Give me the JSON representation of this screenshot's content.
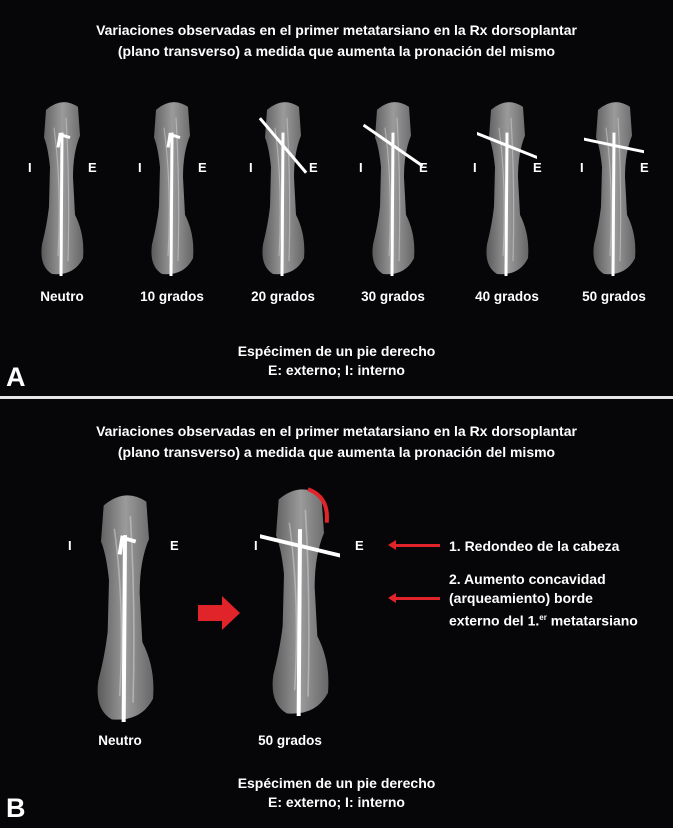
{
  "panel_a": {
    "letter": "A",
    "title_line1": "Variaciones observadas en el primer metatarsiano en la Rx dorsoplantar",
    "title_line2": "(plano transverso) a medida que aumenta la pronación del mismo",
    "specimens": [
      {
        "label": "Neutro"
      },
      {
        "label": "10 grados"
      },
      {
        "label": "20 grados"
      },
      {
        "label": "30 grados"
      },
      {
        "label": "40 grados"
      },
      {
        "label": "50 grados"
      }
    ],
    "internal_marker": "I",
    "external_marker": "E",
    "footer_line1": "Espécimen de un pie derecho",
    "footer_line2": "E: externo; I: interno"
  },
  "panel_b": {
    "letter": "B",
    "title_line1": "Variaciones observadas en el primer metatarsiano en la Rx dorsoplantar",
    "title_line2": "(plano transverso) a medida que aumenta la pronación del mismo",
    "left_label": "Neutro",
    "right_label": "50 grados",
    "internal_marker": "I",
    "external_marker": "E",
    "annotation1": "1. Redondeo de la cabeza",
    "annotation2_line1": "2. Aumento concavidad",
    "annotation2_line2": "(arqueamiento) borde",
    "annotation2_line3_pre": "externo del 1.",
    "annotation2_sup": "er",
    "annotation2_line3_post": " metatarsiano",
    "footer_line1": "Espécimen de un pie derecho",
    "footer_line2": "E: externo; I: interno"
  },
  "colors": {
    "background": "#060608",
    "accent": "#e0242a",
    "text": "#ffffff"
  }
}
